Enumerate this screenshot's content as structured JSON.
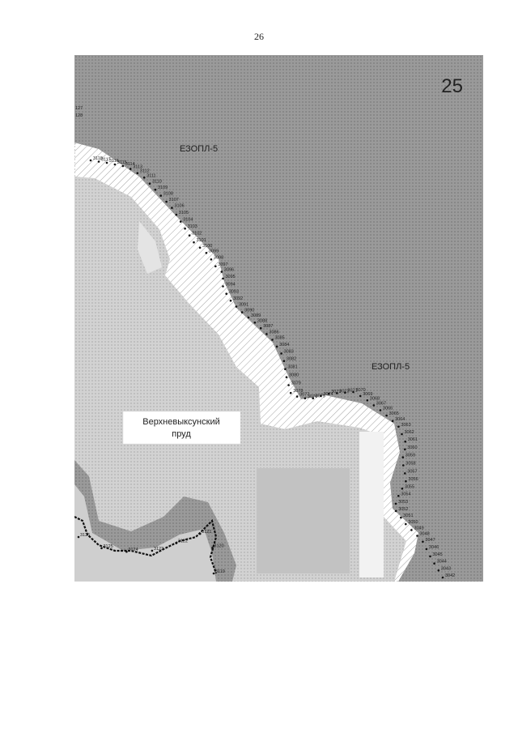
{
  "page": {
    "number": "26"
  },
  "map": {
    "sheet_number": "25",
    "zone_labels": [
      "ЕЗОПЛ-5",
      "ЕЗОПЛ-5"
    ],
    "water_label": [
      "Верхневыксунский",
      "пруд"
    ],
    "edge_labels": [
      "127",
      "128"
    ],
    "upper_boundary_points": [
      "3118",
      "3117",
      "3116",
      "3115",
      "3114",
      "3113",
      "3112",
      "3111",
      "3110",
      "3109",
      "3108",
      "3107",
      "3106",
      "3105",
      "3104",
      "3103",
      "3102",
      "3101",
      "3100",
      "3099",
      "3098",
      "3097",
      "3096",
      "3095",
      "3094",
      "3093",
      "3092",
      "3091",
      "3090",
      "3089",
      "3088",
      "3087",
      "3086",
      "3085",
      "3084",
      "3083",
      "3082",
      "3081",
      "3080",
      "3079",
      "3078",
      "3077",
      "3076",
      "3075",
      "3074",
      "3073",
      "3072",
      "3071",
      "3070",
      "3069",
      "3068",
      "3067",
      "3066",
      "3065",
      "3064",
      "3063",
      "3062",
      "3061",
      "3060",
      "3059",
      "3058",
      "3057",
      "3056",
      "3055",
      "3054",
      "3053",
      "3052",
      "3051",
      "3050",
      "3049",
      "3048",
      "3047",
      "3046",
      "3045",
      "3044",
      "3043",
      "3042"
    ],
    "lower_boundary_points": [
      "3126",
      "3125",
      "3124",
      "3123",
      "3122",
      "3121",
      "3120",
      "3119"
    ],
    "colors": {
      "hatch": "#9a9a9a",
      "light_gray": "#d0d0d0",
      "mid_gray": "#b4b4b4",
      "dark_band": "#8c8c8c",
      "pattern_dots": "#c6c6c6",
      "boundary_dark": "#111111"
    }
  }
}
